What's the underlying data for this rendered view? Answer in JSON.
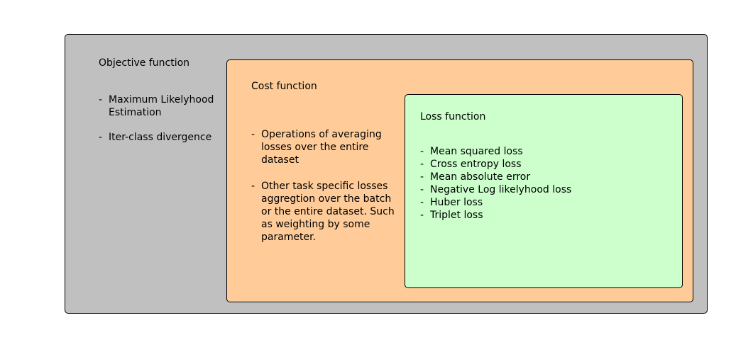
{
  "colors": {
    "objective_fill": "#c0c0c0",
    "cost_fill": "#ffcc99",
    "loss_fill": "#ccffcc",
    "border": "#000000"
  },
  "objective": {
    "title": "Objective function",
    "items": [
      "Maximum Likelyhood Estimation",
      "Iter-class divergence"
    ]
  },
  "cost": {
    "title": "Cost function",
    "items": [
      "Operations of averaging losses over the entire dataset",
      "Other task specific losses aggregtion over the batch or the entire dataset. Such as weighting by some parameter."
    ]
  },
  "loss": {
    "title": "Loss function",
    "items": [
      "Mean squared loss",
      "Cross entropy loss",
      "Mean absolute error",
      "Negative Log likelyhood loss",
      "Huber loss",
      "Triplet loss"
    ]
  }
}
